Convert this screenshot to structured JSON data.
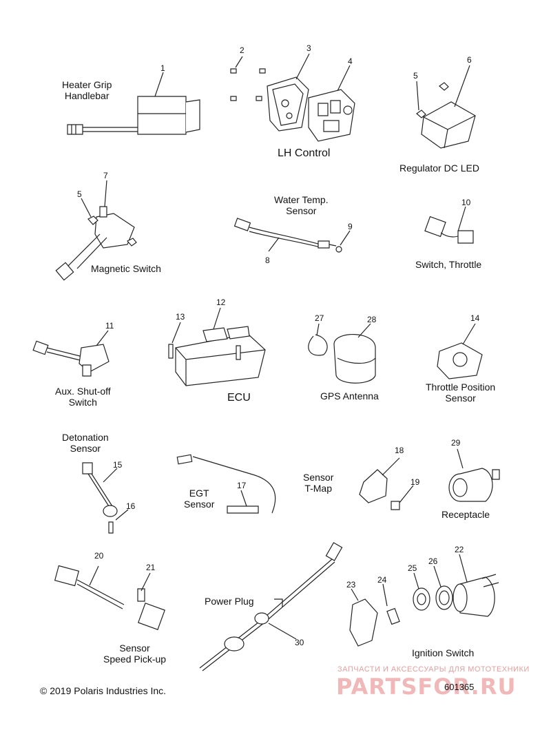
{
  "groups": {
    "heater_grip": "Heater Grip\nHandlebar",
    "lh_control": "LH Control",
    "regulator": "Regulator DC LED",
    "water_temp": "Water Temp.\nSensor",
    "magnetic_switch": "Magnetic Switch",
    "switch_throttle": "Switch, Throttle",
    "aux_shutoff": "Aux. Shut-off\nSwitch",
    "ecu": "ECU",
    "gps_antenna": "GPS Antenna",
    "throttle_position": "Throttle Position\nSensor",
    "detonation": "Detonation\nSensor",
    "egt": "EGT\nSensor",
    "tmap": "Sensor\nT-Map",
    "receptacle": "Receptacle",
    "speed_pickup": "Sensor\nSpeed Pick-up",
    "power_plug": "Power Plug",
    "ignition_switch": "Ignition Switch"
  },
  "callouts": [
    "1",
    "2",
    "3",
    "4",
    "5",
    "6",
    "5",
    "7",
    "8",
    "9",
    "10",
    "11",
    "12",
    "13",
    "27",
    "28",
    "14",
    "15",
    "16",
    "17",
    "18",
    "19",
    "29",
    "20",
    "21",
    "23",
    "24",
    "25",
    "26",
    "22",
    "30"
  ],
  "footer": {
    "copyright": "© 2019 Polaris Industries Inc.",
    "drawing_number": "601365"
  },
  "watermark": {
    "tagline": "ЗАПЧАСТИ И АКСЕССУАРЫ ДЛЯ МОТОТЕХНИКИ",
    "logo": "PARTSFOR.RU"
  }
}
